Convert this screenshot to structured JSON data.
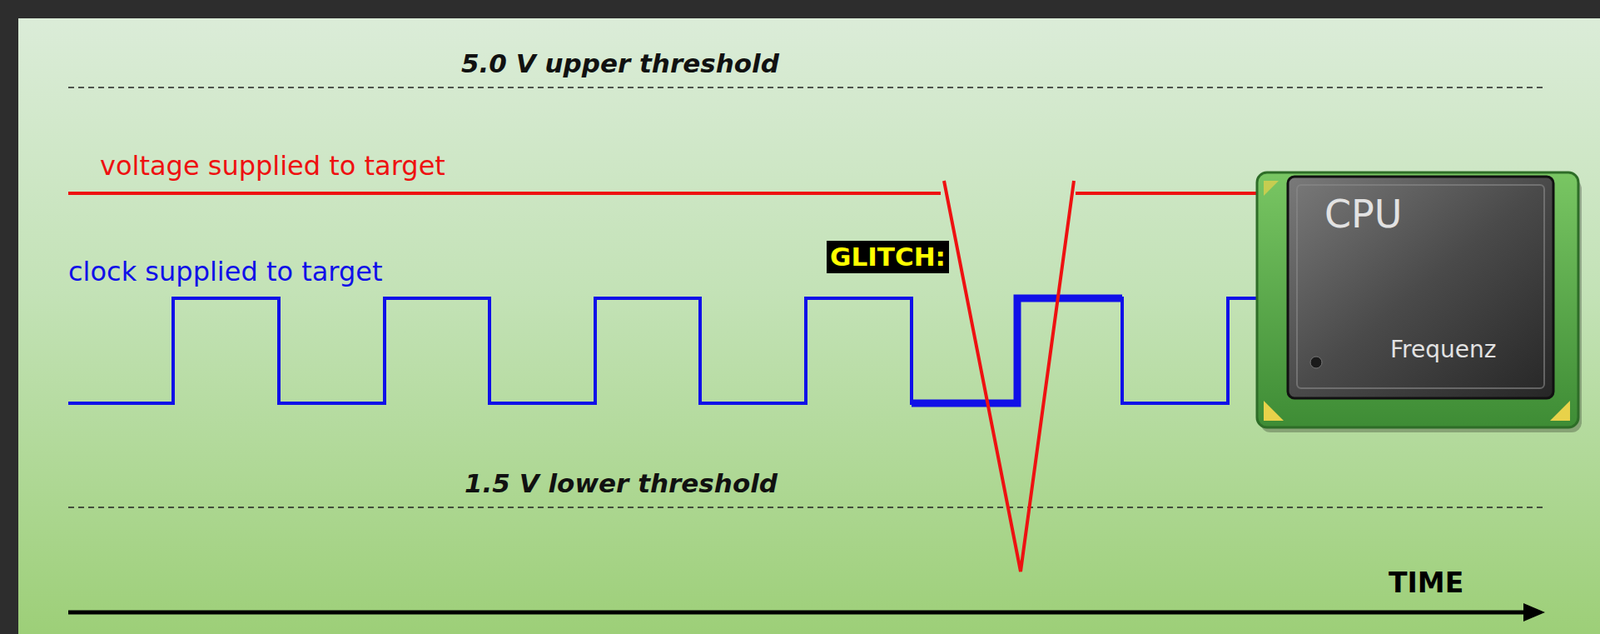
{
  "diagram": {
    "nodes": [
      {
        "text": [
          "CPU",
          "Frequenz"
        ]
      }
    ],
    "labels": [
      "5.0 V upper threshold",
      "voltage supplied to target",
      "GLITCH:",
      "clock supplied to target",
      "1.5 V lower threshold",
      "TIME"
    ]
  }
}
